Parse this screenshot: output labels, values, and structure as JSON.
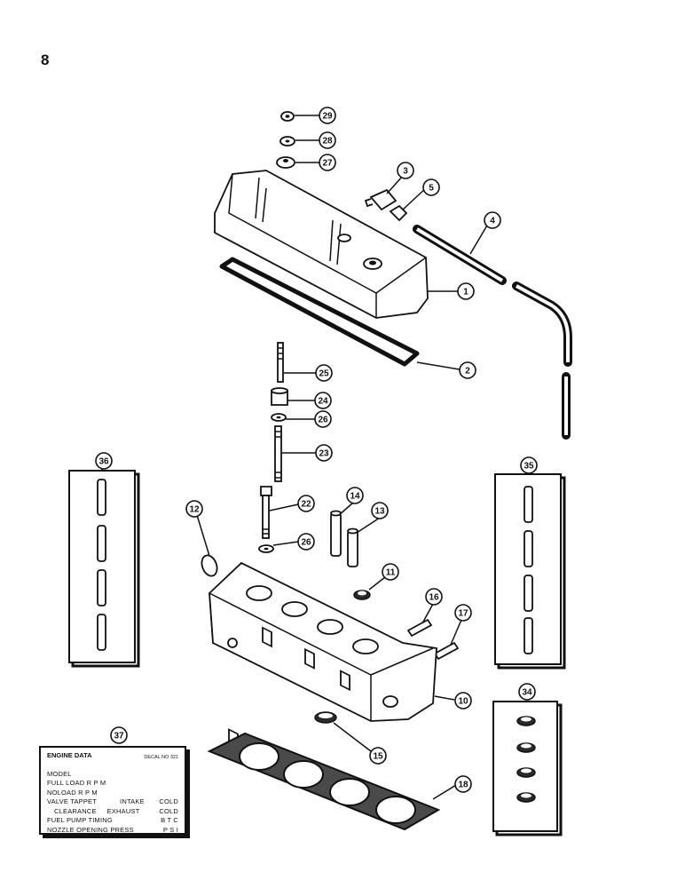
{
  "page_number": "8",
  "callouts": [
    {
      "id": "c1",
      "label": "1"
    },
    {
      "id": "c2",
      "label": "2"
    },
    {
      "id": "c3",
      "label": "3"
    },
    {
      "id": "c4",
      "label": "4"
    },
    {
      "id": "c5",
      "label": "5"
    },
    {
      "id": "c10",
      "label": "10"
    },
    {
      "id": "c11",
      "label": "11"
    },
    {
      "id": "c12",
      "label": "12"
    },
    {
      "id": "c13",
      "label": "13"
    },
    {
      "id": "c14",
      "label": "14"
    },
    {
      "id": "c15",
      "label": "15"
    },
    {
      "id": "c16",
      "label": "16"
    },
    {
      "id": "c17",
      "label": "17"
    },
    {
      "id": "c18",
      "label": "18"
    },
    {
      "id": "c22",
      "label": "22"
    },
    {
      "id": "c23",
      "label": "23"
    },
    {
      "id": "c24",
      "label": "24"
    },
    {
      "id": "c25",
      "label": "25"
    },
    {
      "id": "c26a",
      "label": "26"
    },
    {
      "id": "c26b",
      "label": "26"
    },
    {
      "id": "c27",
      "label": "27"
    },
    {
      "id": "c28",
      "label": "28"
    },
    {
      "id": "c29",
      "label": "29"
    },
    {
      "id": "c34",
      "label": "34"
    },
    {
      "id": "c35",
      "label": "35"
    },
    {
      "id": "c36",
      "label": "36"
    },
    {
      "id": "c37",
      "label": "37"
    }
  ],
  "decal": {
    "title": "ENGINE DATA",
    "decal_no": "DECAL NO 321",
    "rows": [
      {
        "left": "MODEL",
        "mid": "",
        "right": ""
      },
      {
        "left": "FULL LOAD R P M",
        "mid": "",
        "right": ""
      },
      {
        "left": "NOLOAD R P M",
        "mid": "",
        "right": ""
      },
      {
        "left": "VALVE TAPPET",
        "mid": "INTAKE",
        "right": "COLD"
      },
      {
        "left": "CLEARANCE",
        "mid": "EXHAUST",
        "right": "COLD",
        "indent": true
      },
      {
        "left": "FUEL PUMP TIMING",
        "mid": "",
        "right": "B T C"
      },
      {
        "left": "NOZZLE OPENING PRESS",
        "mid": "",
        "right": "P S I"
      }
    ]
  }
}
